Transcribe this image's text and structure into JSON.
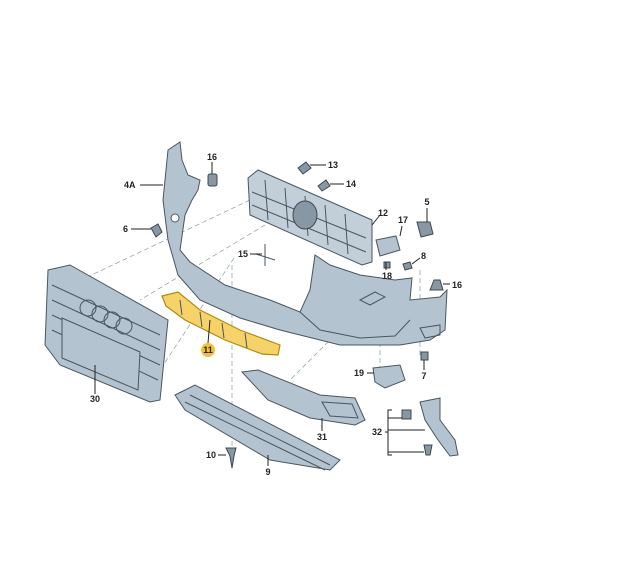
{
  "diagram": {
    "title": "Front bumper exploded parts diagram",
    "highlight_color": "#f2c230",
    "part_color": "#b3c3cf",
    "labels": {
      "p16_top": "16",
      "p13": "13",
      "p14": "14",
      "p4a": "4A",
      "p12": "12",
      "p6": "6",
      "p5": "5",
      "p17": "17",
      "p15": "15",
      "p8": "8",
      "p18": "18",
      "p16_right": "16",
      "p11": "11",
      "p19": "19",
      "p7": "7",
      "p30": "30",
      "p31": "31",
      "p32": "32",
      "p10": "10",
      "p9": "9"
    }
  }
}
